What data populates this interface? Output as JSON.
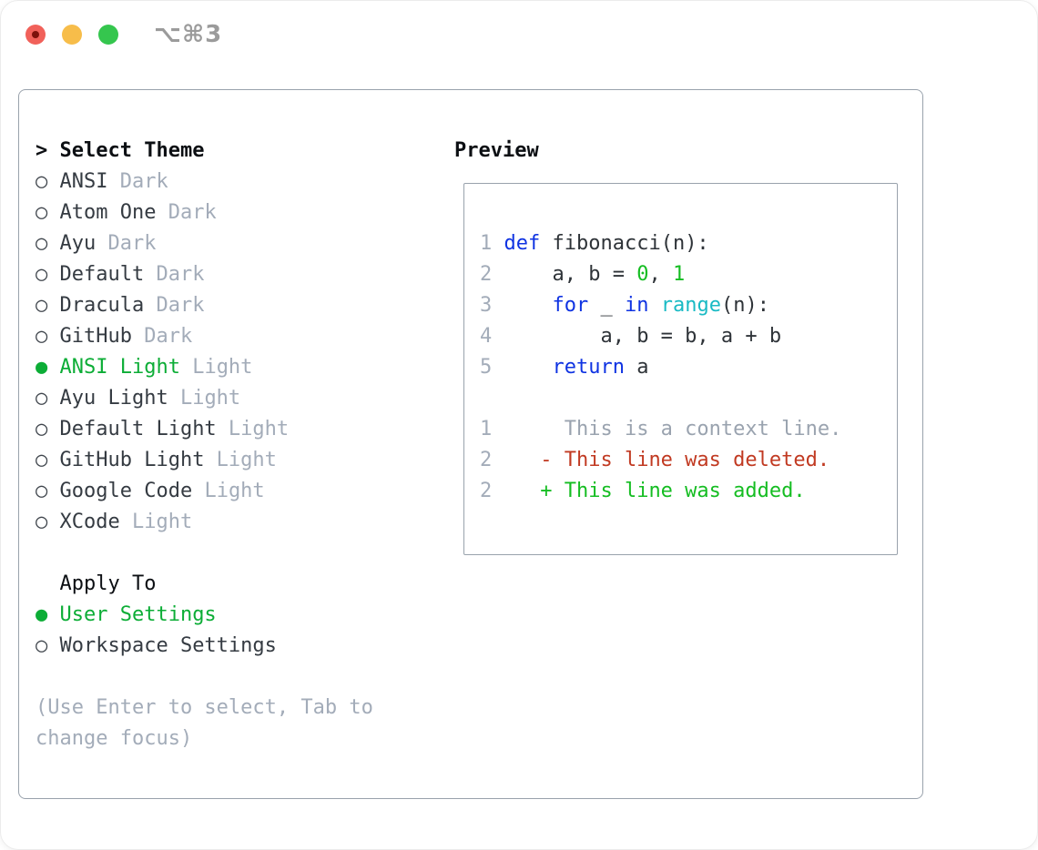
{
  "window": {
    "titlebar_shortcut": "⌥⌘3",
    "traffic_lights": [
      "close",
      "minimize",
      "zoom"
    ]
  },
  "colors": {
    "accent_green": "#0cad36",
    "keyword_blue": "#0f33e2",
    "builtin_cyan": "#19bac4",
    "number_green": "#15bd22",
    "diff_red": "#c13a22",
    "muted_gray": "#a3acb9",
    "panel_border": "#99a2ac"
  },
  "theme_panel": {
    "header_prefix": ">",
    "header": "Select Theme",
    "items": [
      {
        "name": "ANSI",
        "variant": "Dark",
        "selected": false
      },
      {
        "name": "Atom One",
        "variant": "Dark",
        "selected": false
      },
      {
        "name": "Ayu",
        "variant": "Dark",
        "selected": false
      },
      {
        "name": "Default",
        "variant": "Dark",
        "selected": false
      },
      {
        "name": "Dracula",
        "variant": "Dark",
        "selected": false
      },
      {
        "name": "GitHub",
        "variant": "Dark",
        "selected": false
      },
      {
        "name": "ANSI Light",
        "variant": "Light",
        "selected": true
      },
      {
        "name": "Ayu Light",
        "variant": "Light",
        "selected": false
      },
      {
        "name": "Default Light",
        "variant": "Light",
        "selected": false
      },
      {
        "name": "GitHub Light",
        "variant": "Light",
        "selected": false
      },
      {
        "name": "Google Code",
        "variant": "Light",
        "selected": false
      },
      {
        "name": "XCode",
        "variant": "Light",
        "selected": false
      }
    ]
  },
  "apply_panel": {
    "header": "Apply To",
    "options": [
      {
        "label": "User Settings",
        "selected": true
      },
      {
        "label": "Workspace Settings",
        "selected": false
      }
    ]
  },
  "hint": {
    "line1": "(Use Enter to select, Tab to",
    "line2": "change focus)"
  },
  "preview": {
    "header": "Preview",
    "code_lines": [
      [
        {
          "t": "1",
          "c": "ln"
        },
        {
          "t": " ",
          "c": "pl"
        },
        {
          "t": "def",
          "c": "kw"
        },
        {
          "t": " fibonacci(n):",
          "c": "pl"
        }
      ],
      [
        {
          "t": "2",
          "c": "ln"
        },
        {
          "t": "     a, b = ",
          "c": "pl"
        },
        {
          "t": "0",
          "c": "num"
        },
        {
          "t": ", ",
          "c": "pl"
        },
        {
          "t": "1",
          "c": "num"
        }
      ],
      [
        {
          "t": "3",
          "c": "ln"
        },
        {
          "t": "     ",
          "c": "pl"
        },
        {
          "t": "for",
          "c": "kw"
        },
        {
          "t": " _ ",
          "c": "pl"
        },
        {
          "t": "in",
          "c": "kw"
        },
        {
          "t": " ",
          "c": "pl"
        },
        {
          "t": "range",
          "c": "fn"
        },
        {
          "t": "(n):",
          "c": "pl"
        }
      ],
      [
        {
          "t": "4",
          "c": "ln"
        },
        {
          "t": "         a, b = b, a + b",
          "c": "pl"
        }
      ],
      [
        {
          "t": "5",
          "c": "ln"
        },
        {
          "t": "     ",
          "c": "pl"
        },
        {
          "t": "return",
          "c": "kw"
        },
        {
          "t": " a",
          "c": "pl"
        }
      ]
    ],
    "diff_lines": [
      [
        {
          "t": "1",
          "c": "ln"
        },
        {
          "t": "      This is a context line.",
          "c": "ctx"
        }
      ],
      [
        {
          "t": "2",
          "c": "ln"
        },
        {
          "t": "    ",
          "c": "pl"
        },
        {
          "t": "- This line was deleted.",
          "c": "del"
        }
      ],
      [
        {
          "t": "2",
          "c": "ln"
        },
        {
          "t": "    ",
          "c": "pl"
        },
        {
          "t": "+ This line was added.",
          "c": "add"
        }
      ]
    ]
  }
}
